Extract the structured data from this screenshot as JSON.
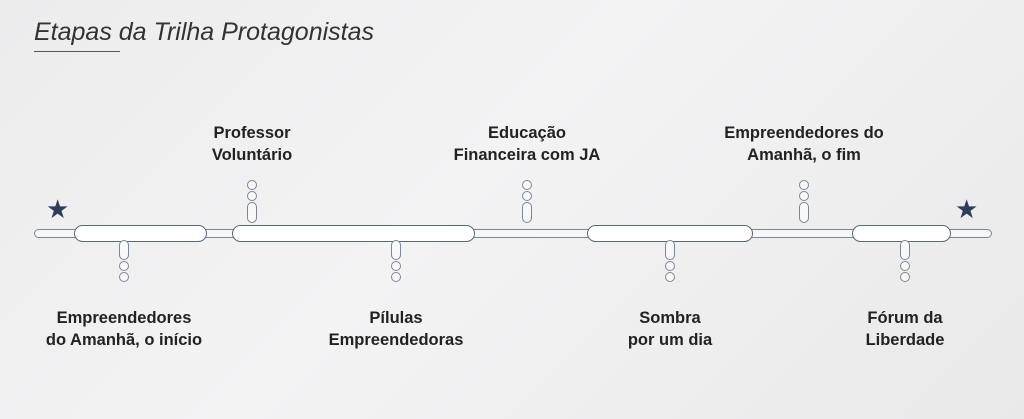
{
  "title": "Etapas da Trilha Protagonistas",
  "colors": {
    "star": "#2c3e5c",
    "track": "#7b8797",
    "text": "#222222"
  },
  "stages_top": [
    {
      "lines": [
        "Professor",
        "Voluntário"
      ]
    },
    {
      "lines": [
        "Educação",
        "Financeira com JA"
      ]
    },
    {
      "lines": [
        "Empreendedores do",
        "Amanhã, o fim"
      ]
    }
  ],
  "stages_bottom": [
    {
      "lines": [
        "Empreendedores",
        "do Amanhã, o início"
      ]
    },
    {
      "lines": [
        "Pílulas",
        "Empreendedoras"
      ]
    },
    {
      "lines": [
        "Sombra",
        "por um dia"
      ]
    },
    {
      "lines": [
        "Fórum da",
        "Liberdade"
      ]
    }
  ],
  "markers": {
    "start": "star-icon",
    "end": "star-icon"
  }
}
